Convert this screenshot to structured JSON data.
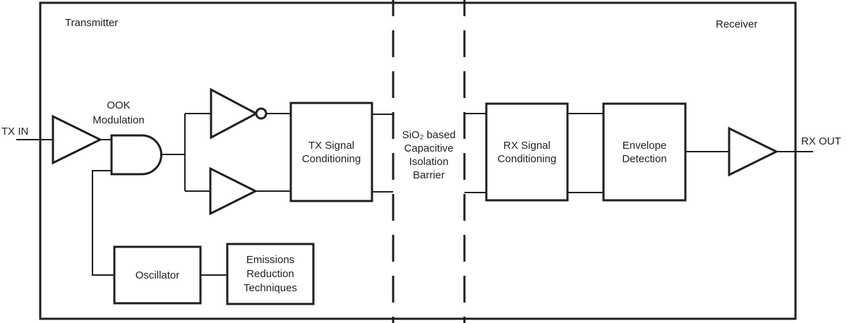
{
  "diagram": {
    "section_titles": {
      "left": "Transmitter",
      "right": "Receiver"
    },
    "ports": {
      "input": "TX IN",
      "output": "RX OUT"
    },
    "annotations": {
      "ook_modulation": "OOK\nModulation",
      "isolation_barrier": "SiO₂ based\nCapacitive\nIsolation\nBarrier"
    },
    "blocks": {
      "tx_signal_conditioning": "TX Signal\nConditioning",
      "rx_signal_conditioning": "RX Signal\nConditioning",
      "envelope_detection": "Envelope\nDetection",
      "oscillator": "Oscillator",
      "emissions_reduction": "Emissions\nReduction\nTechniques"
    },
    "icons": [
      "input-buffer-icon",
      "and-gate-icon",
      "inverter-icon",
      "buffer-icon",
      "output-buffer-icon"
    ],
    "colors": {
      "line": "#1f1f1f",
      "background": "#ffffff"
    }
  }
}
